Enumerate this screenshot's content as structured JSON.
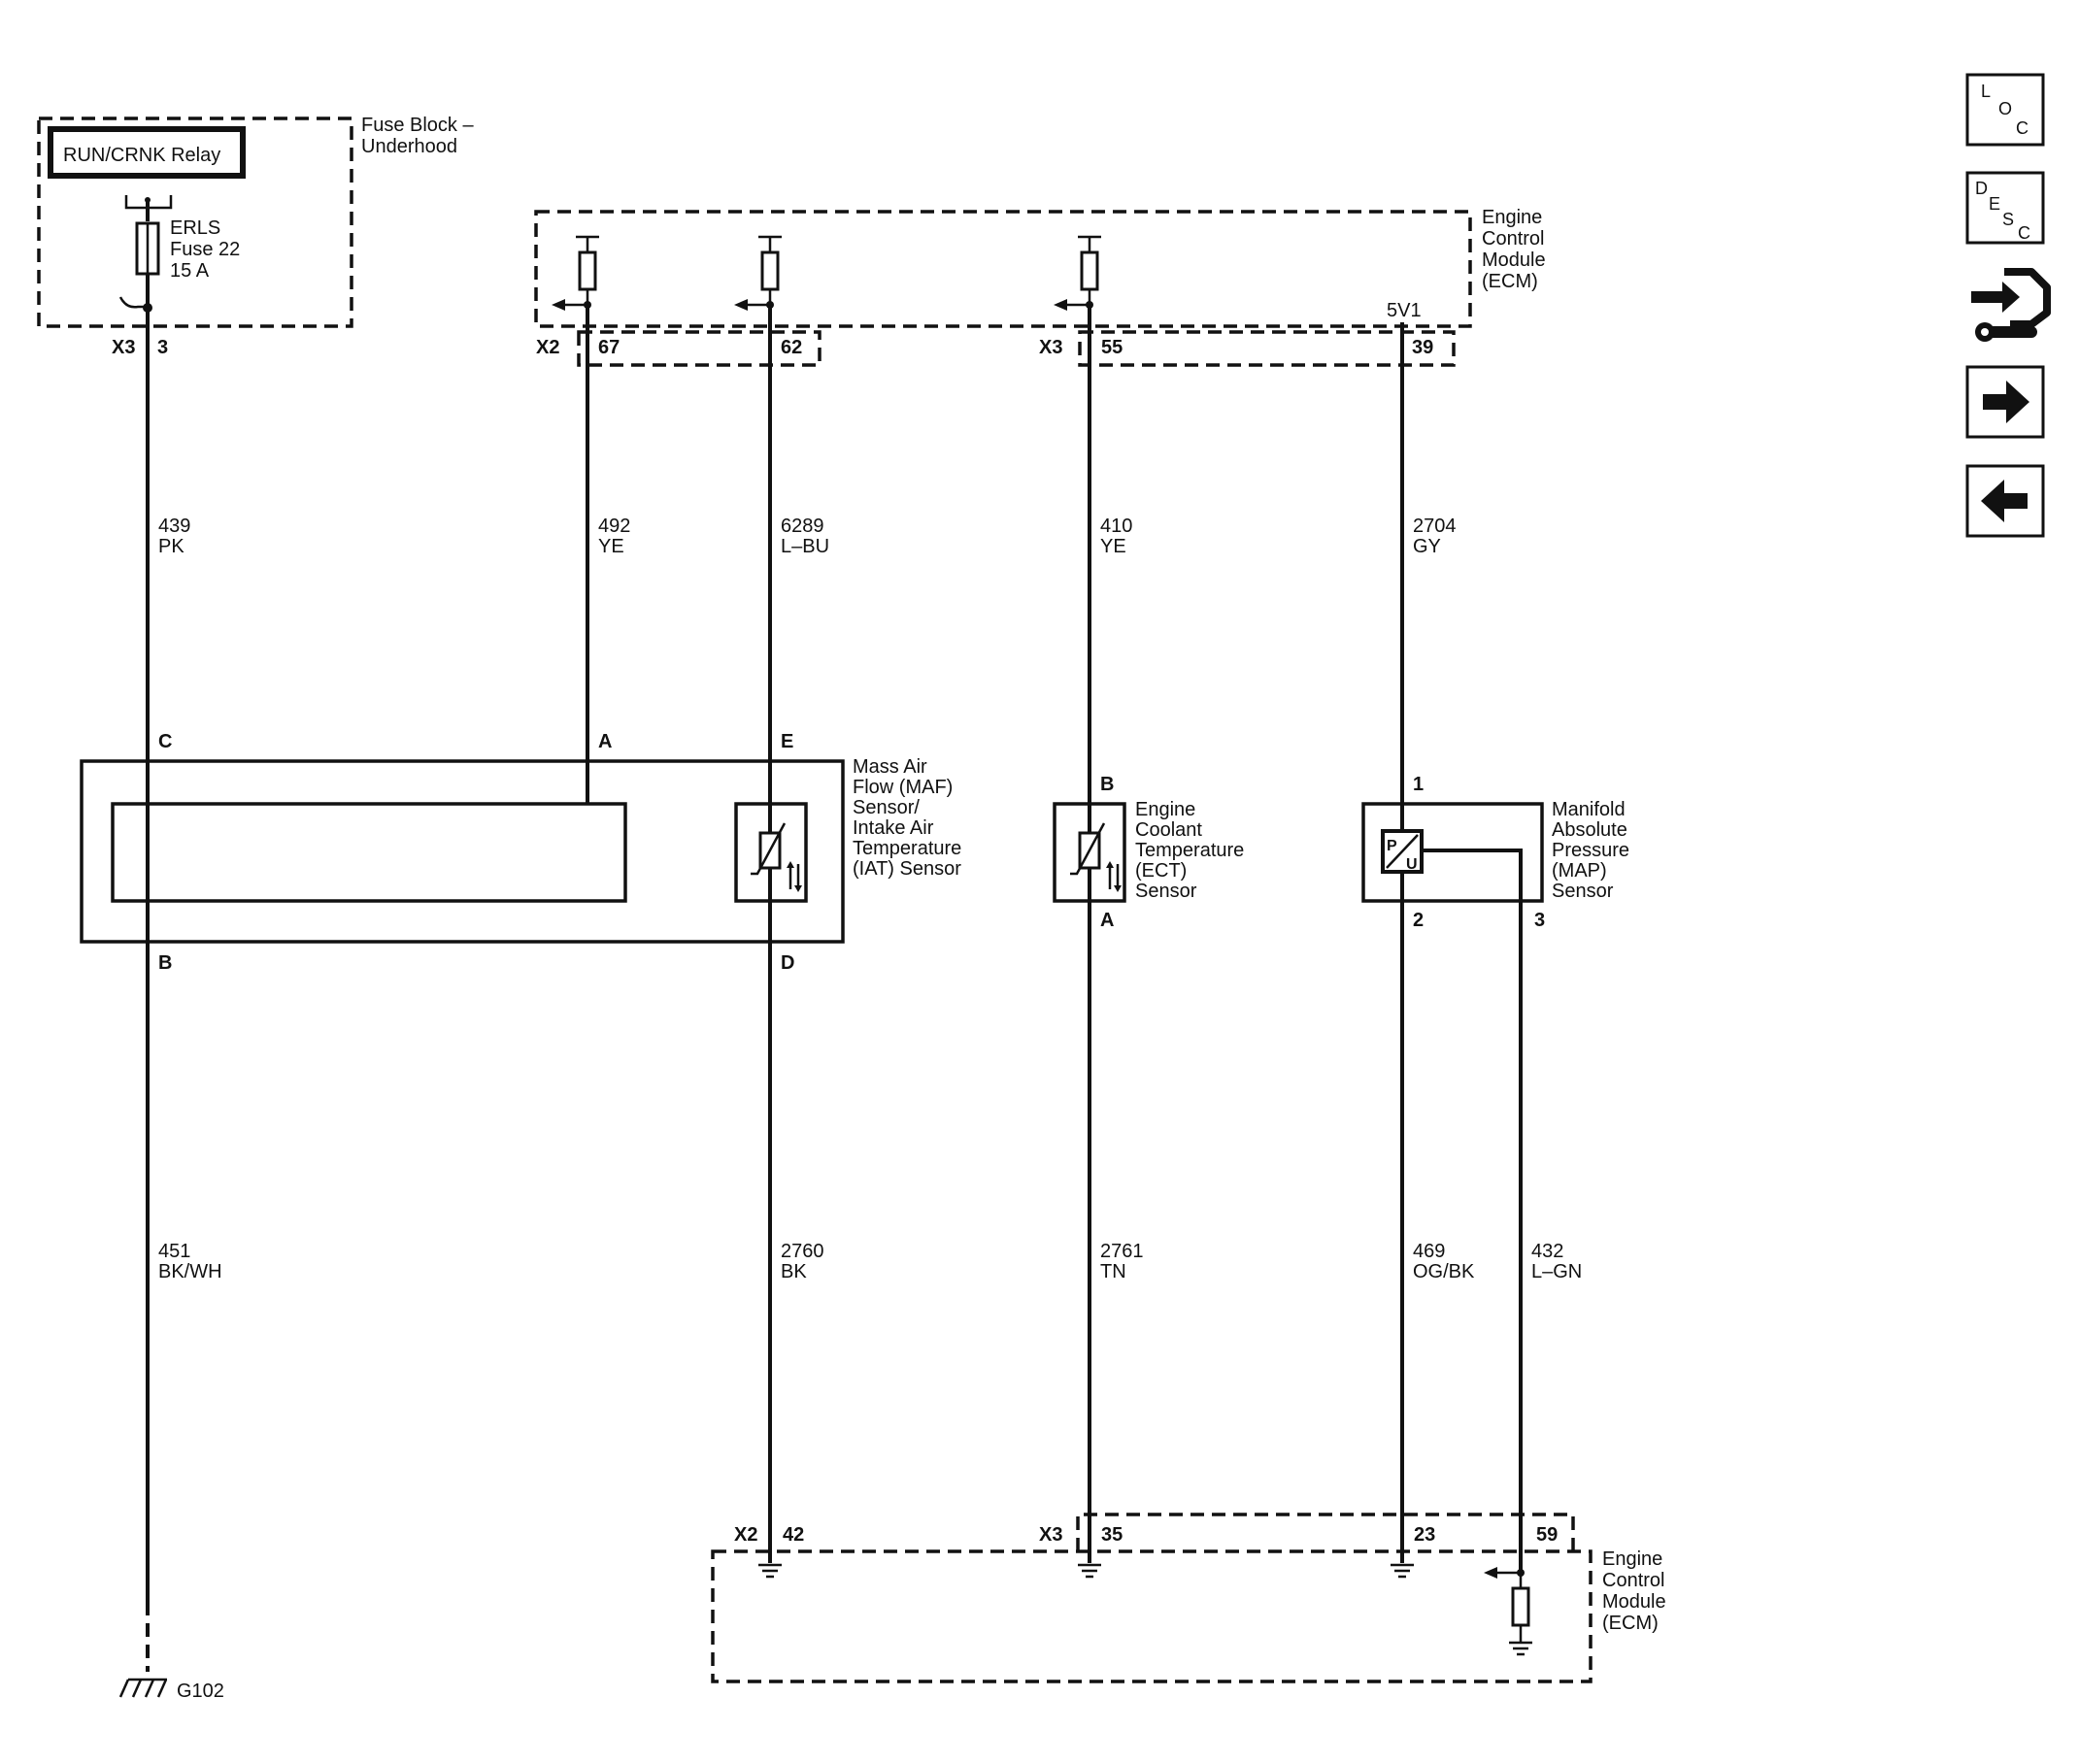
{
  "fuse_block": {
    "title_line1": "Fuse Block –",
    "title_line2": "Underhood",
    "relay_label": "RUN/CRNK Relay",
    "fuse_line1": "ERLS",
    "fuse_line2": "Fuse 22",
    "fuse_line3": "15 A",
    "connector": "X3",
    "pin": "3"
  },
  "ecm_top": {
    "title_line1": "Engine",
    "title_line2": "Control",
    "title_line3": "Module",
    "title_line4": "(ECM)",
    "ref_label": "5V1",
    "conn_x2": "X2",
    "pin_67": "67",
    "pin_62": "62",
    "conn_x3": "X3",
    "pin_55": "55",
    "pin_39": "39"
  },
  "wires": {
    "w439_num": "439",
    "w439_color": "PK",
    "w492_num": "492",
    "w492_color": "YE",
    "w6289_num": "6289",
    "w6289_color": "L–BU",
    "w410_num": "410",
    "w410_color": "YE",
    "w2704_num": "2704",
    "w2704_color": "GY",
    "w451_num": "451",
    "w451_color": "BK/WH",
    "w2760_num": "2760",
    "w2760_color": "BK",
    "w2761_num": "2761",
    "w2761_color": "TN",
    "w469_num": "469",
    "w469_color": "OG/BK",
    "w432_num": "432",
    "w432_color": "L–GN"
  },
  "maf_sensor": {
    "line1": "Mass Air",
    "line2": "Flow (MAF)",
    "line3": "Sensor/",
    "line4": "Intake Air",
    "line5": "Temperature",
    "line6": "(IAT) Sensor",
    "pin_c": "C",
    "pin_a": "A",
    "pin_e": "E",
    "pin_b": "B",
    "pin_d": "D"
  },
  "ect_sensor": {
    "line1": "Engine",
    "line2": "Coolant",
    "line3": "Temperature",
    "line4": "(ECT)",
    "line5": "Sensor",
    "pin_b": "B",
    "pin_a": "A"
  },
  "map_sensor": {
    "line1": "Manifold",
    "line2": "Absolute",
    "line3": "Pressure",
    "line4": "(MAP)",
    "line5": "Sensor",
    "pin_1": "1",
    "pin_2": "2",
    "pin_3": "3",
    "glyph_p": "P",
    "glyph_u": "U"
  },
  "ecm_bottom": {
    "title_line1": "Engine",
    "title_line2": "Control",
    "title_line3": "Module",
    "title_line4": "(ECM)",
    "conn_x2": "X2",
    "pin_42": "42",
    "conn_x3": "X3",
    "pin_35": "35",
    "pin_23": "23",
    "pin_59": "59"
  },
  "ground": {
    "label": "G102"
  },
  "nav": {
    "loc_l": "L",
    "loc_o": "O",
    "loc_c": "C",
    "desc_d": "D",
    "desc_e": "E",
    "desc_s": "S",
    "desc_c": "C",
    "icons": [
      "loc-icon",
      "desc-icon",
      "connector-wrench-icon",
      "arrow-right-icon",
      "arrow-left-icon"
    ]
  }
}
